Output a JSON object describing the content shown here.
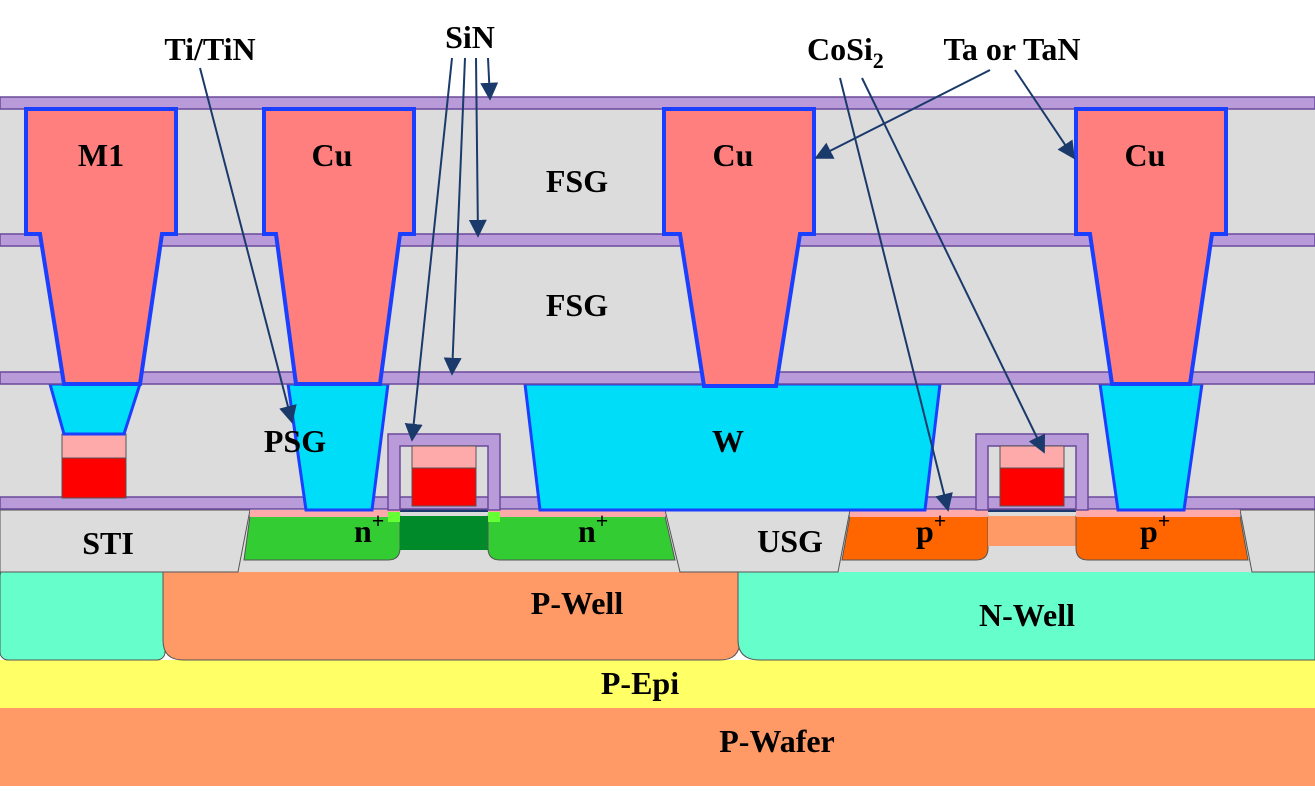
{
  "labels": {
    "ti_tin": "Ti/TiN",
    "sin": "SiN",
    "cosi": "CoSi",
    "cosi_sub": "2",
    "ta_tan": "Ta or TaN",
    "m1": "M1",
    "cu1": "Cu",
    "cu2": "Cu",
    "cu3": "Cu",
    "fsg_top": "FSG",
    "fsg_mid": "FSG",
    "psg": "PSG",
    "w": "W",
    "sti": "STI",
    "n_plus_1": "n",
    "n_plus_2": "n",
    "usg": "USG",
    "p_plus_1": "p",
    "p_plus_2": "p",
    "plus": "+",
    "p_well": "P-Well",
    "n_well": "N-Well",
    "p_epi": "P-Epi",
    "p_wafer": "P-Wafer"
  },
  "colors": {
    "cu": "#ff7f7f",
    "dielectric": "#dcdcdc",
    "sin": "#9b7fcc",
    "barrier": "#1a3fff",
    "tungsten": "#00ddf8",
    "gate": "#ff0000",
    "silicide": "#ffaaaa",
    "n_diff": "#33cc33",
    "n_channel": "#008a2a",
    "p_diff": "#ff6600",
    "p_well": "#ff9966",
    "n_well": "#66ffcc",
    "p_epi": "#ffff66",
    "p_wafer": "#ff9966"
  }
}
